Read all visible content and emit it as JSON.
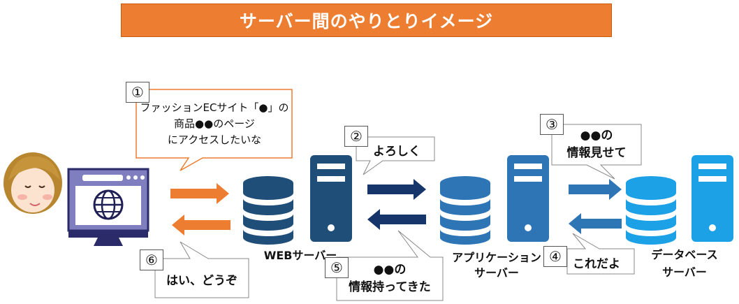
{
  "title": "サーバー間のやりとりイメージ",
  "colors": {
    "title_bg": "#ED7D31",
    "orange_arrow": "#ED7D31",
    "navy": "#1F4E79",
    "navy_arrow": "#16366B",
    "mid_blue": "#2E75B6",
    "light_blue": "#1CA0E6",
    "callout_border": "#ED7D31"
  },
  "labels": {
    "web_server": "WEBサーバー",
    "app_server_line1": "アプリケーション",
    "app_server_line2": "サーバー",
    "db_server_line1": "データベース",
    "db_server_line2": "サーバー"
  },
  "steps": [
    {
      "number": "①",
      "lines": [
        "ファッションECサイト「●」の",
        "商品●●のページ",
        "にアクセスしたいな"
      ]
    },
    {
      "number": "②",
      "lines": [
        "よろしく"
      ]
    },
    {
      "number": "③",
      "lines": [
        "●●の",
        "情報見せて"
      ]
    },
    {
      "number": "④",
      "lines": [
        "これだよ"
      ]
    },
    {
      "number": "⑤",
      "lines": [
        "●●の",
        "情報持ってきた"
      ]
    },
    {
      "number": "⑥",
      "lines": [
        "はい、どうぞ"
      ]
    }
  ]
}
